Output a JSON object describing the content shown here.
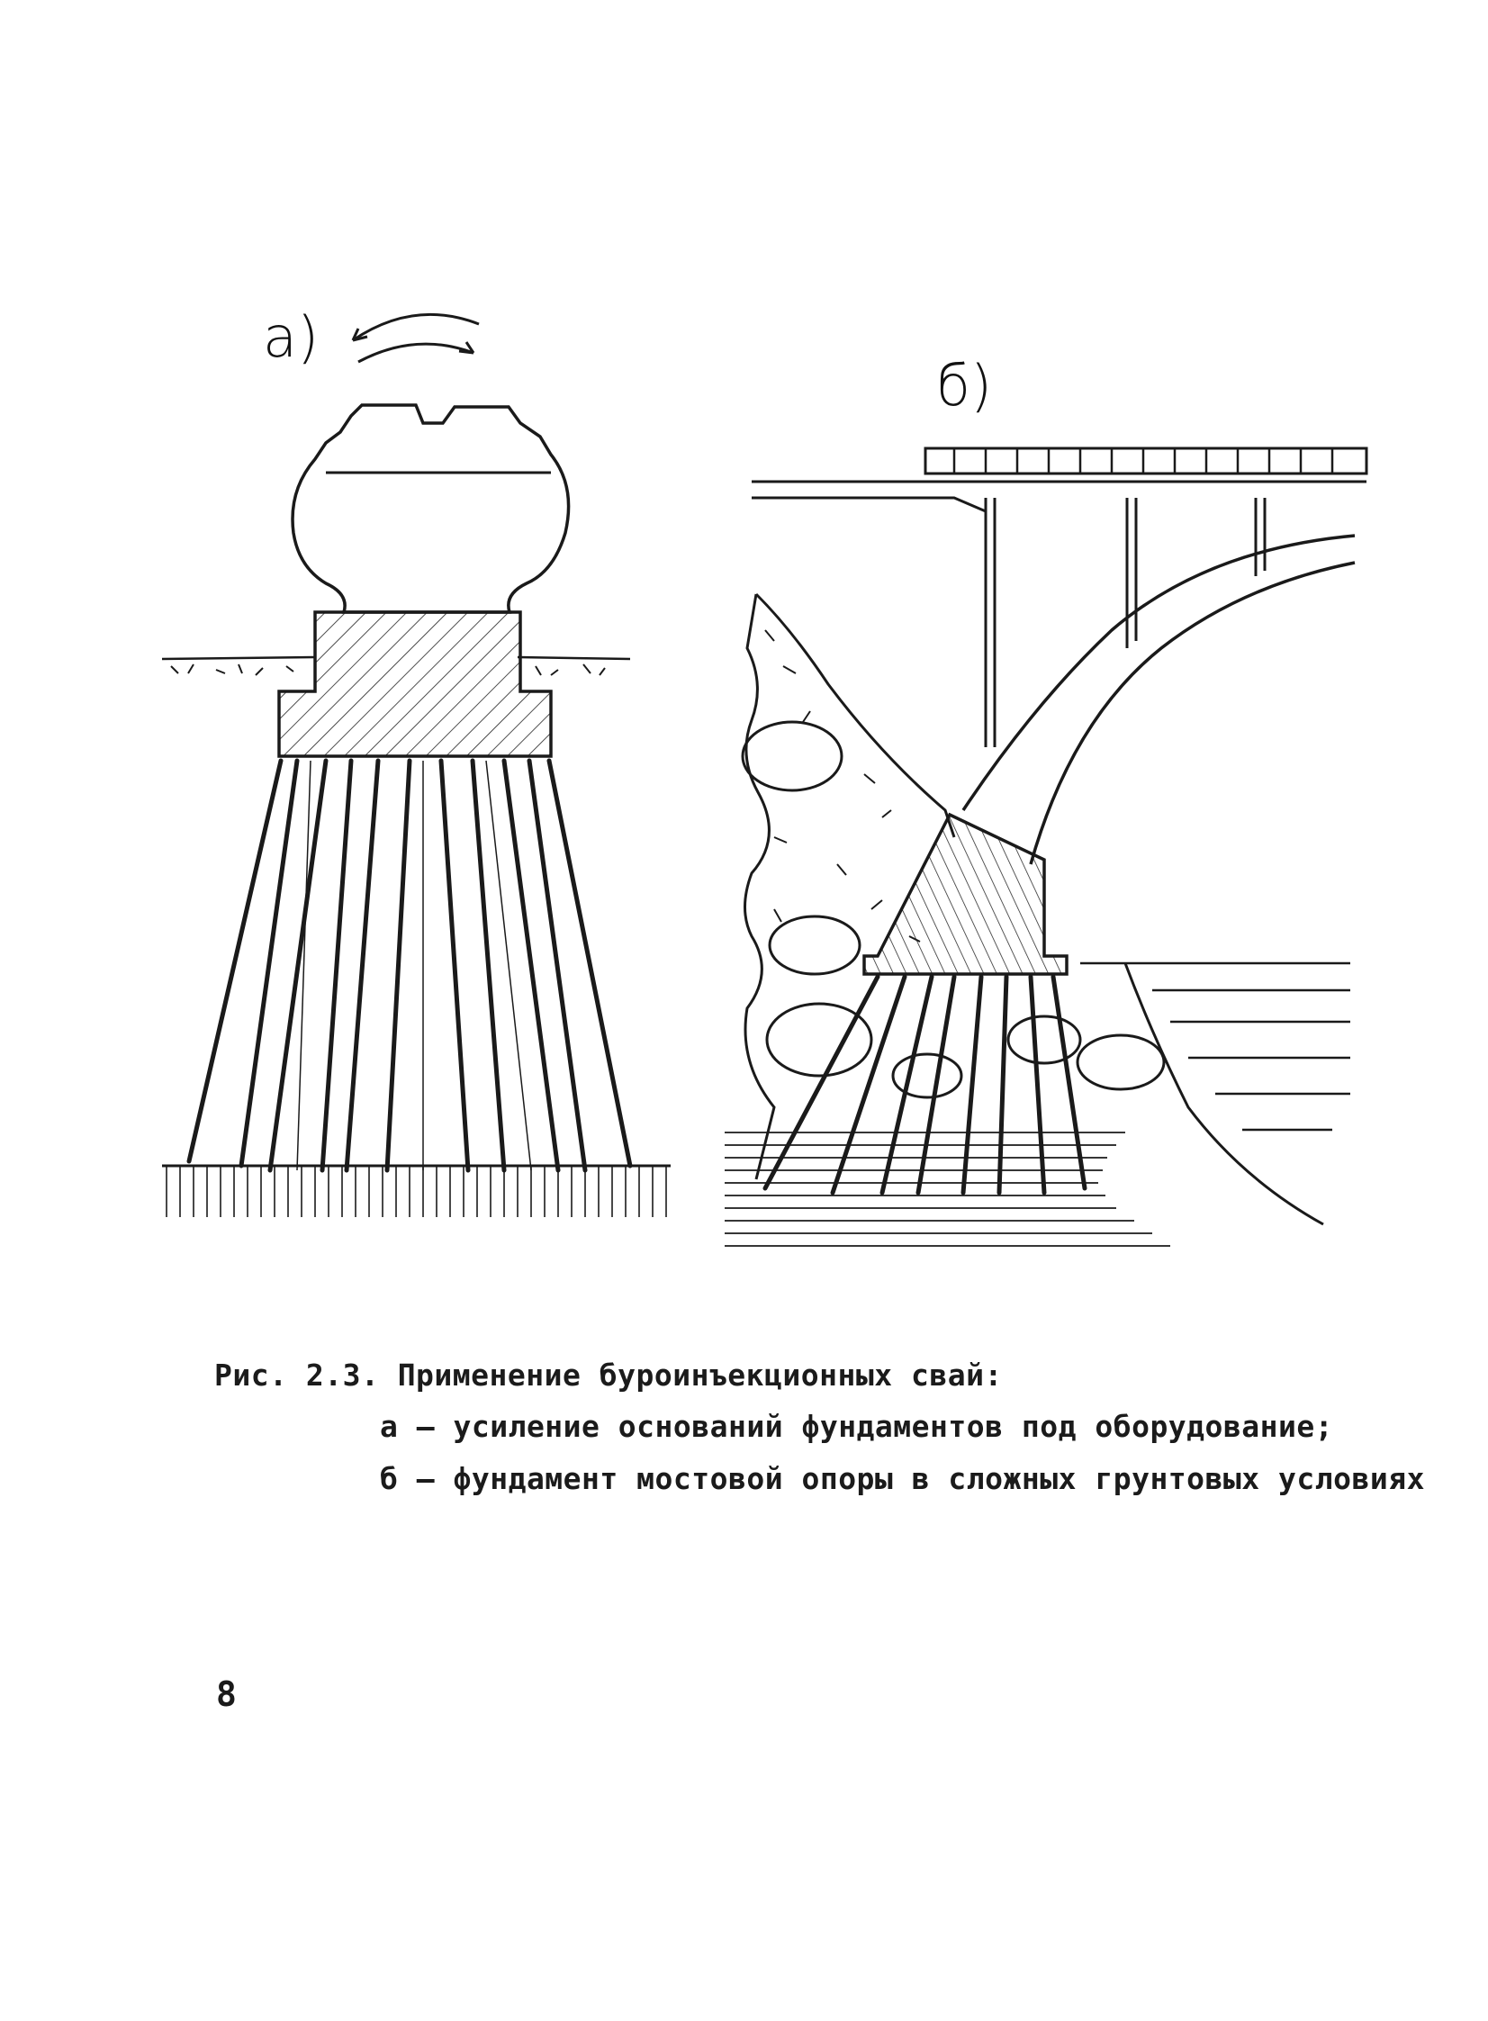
{
  "figure": {
    "label_a": "а)",
    "label_b": "б)"
  },
  "caption": {
    "number": "Рис. 2.3.",
    "title": "Применение буроинъекционных свай:",
    "item_a": "а – усиление оснований фундаментов под оборудование;",
    "item_b": "б – фундамент мостовой опоры в сложных грунтовых условиях"
  },
  "page_number": "8"
}
